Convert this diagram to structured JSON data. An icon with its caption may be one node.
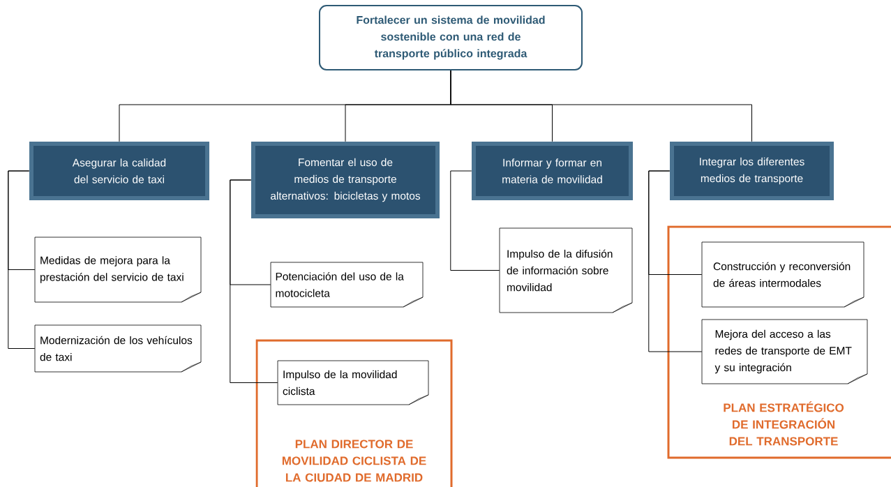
{
  "diagram": {
    "nodes": [
      {
        "text": [
          "Fortalecer un sistema de movilidad sostenible con una red de transporte público integrada"
        ]
      },
      {
        "text": [
          "Asegurar la calidad del servicio de taxi"
        ]
      },
      {
        "text": [
          "Fomentar el uso de medios de transporte alternativos: bicicletas y motos"
        ]
      },
      {
        "text": [
          "Informar y formar en materia de movilidad"
        ]
      },
      {
        "text": [
          "Integrar los diferentes medios de transporte"
        ]
      },
      {
        "text": [
          "Medidas de mejora para la prestación del servicio de taxi"
        ]
      },
      {
        "text": [
          "Modernización de los vehículos de taxi"
        ]
      },
      {
        "text": [
          "Potenciación del uso de la motocicleta"
        ]
      },
      {
        "text": [
          "PLAN DIRECTOR DE MOVILIDAD CICLISTA DE LA CIUDAD DE MADRID"
        ]
      },
      {
        "text": [
          "Impulso de la movilidad ciclista"
        ],
        "in": 8
      },
      {
        "text": [
          "Impulso de la difusión de información sobre movilidad"
        ]
      },
      {
        "text": [
          "PLAN ESTRATÉGICO DE INTEGRACIÓN DEL TRANSPORTE"
        ]
      },
      {
        "text": [
          "Construcción y reconversión de áreas intermodales"
        ],
        "in": 11
      },
      {
        "text": [
          "Mejora del acceso a las redes de transporte  de EMT y su integración"
        ],
        "in": 11
      }
    ],
    "edges": [
      {
        "from": 0,
        "to": 1,
        "arrow": "none"
      },
      {
        "from": 0,
        "to": 2,
        "arrow": "none"
      },
      {
        "from": 0,
        "to": 3,
        "arrow": "none"
      },
      {
        "from": 0,
        "to": 4,
        "arrow": "none"
      },
      {
        "from": 1,
        "to": 5,
        "arrow": "none"
      },
      {
        "from": 1,
        "to": 6,
        "arrow": "none"
      },
      {
        "from": 2,
        "to": 7,
        "arrow": "none"
      },
      {
        "from": 2,
        "to": 9,
        "arrow": "none"
      },
      {
        "from": 3,
        "to": 10,
        "arrow": "none"
      },
      {
        "from": 4,
        "to": 12,
        "arrow": "none"
      },
      {
        "from": 4,
        "to": 13,
        "arrow": "none"
      }
    ]
  }
}
